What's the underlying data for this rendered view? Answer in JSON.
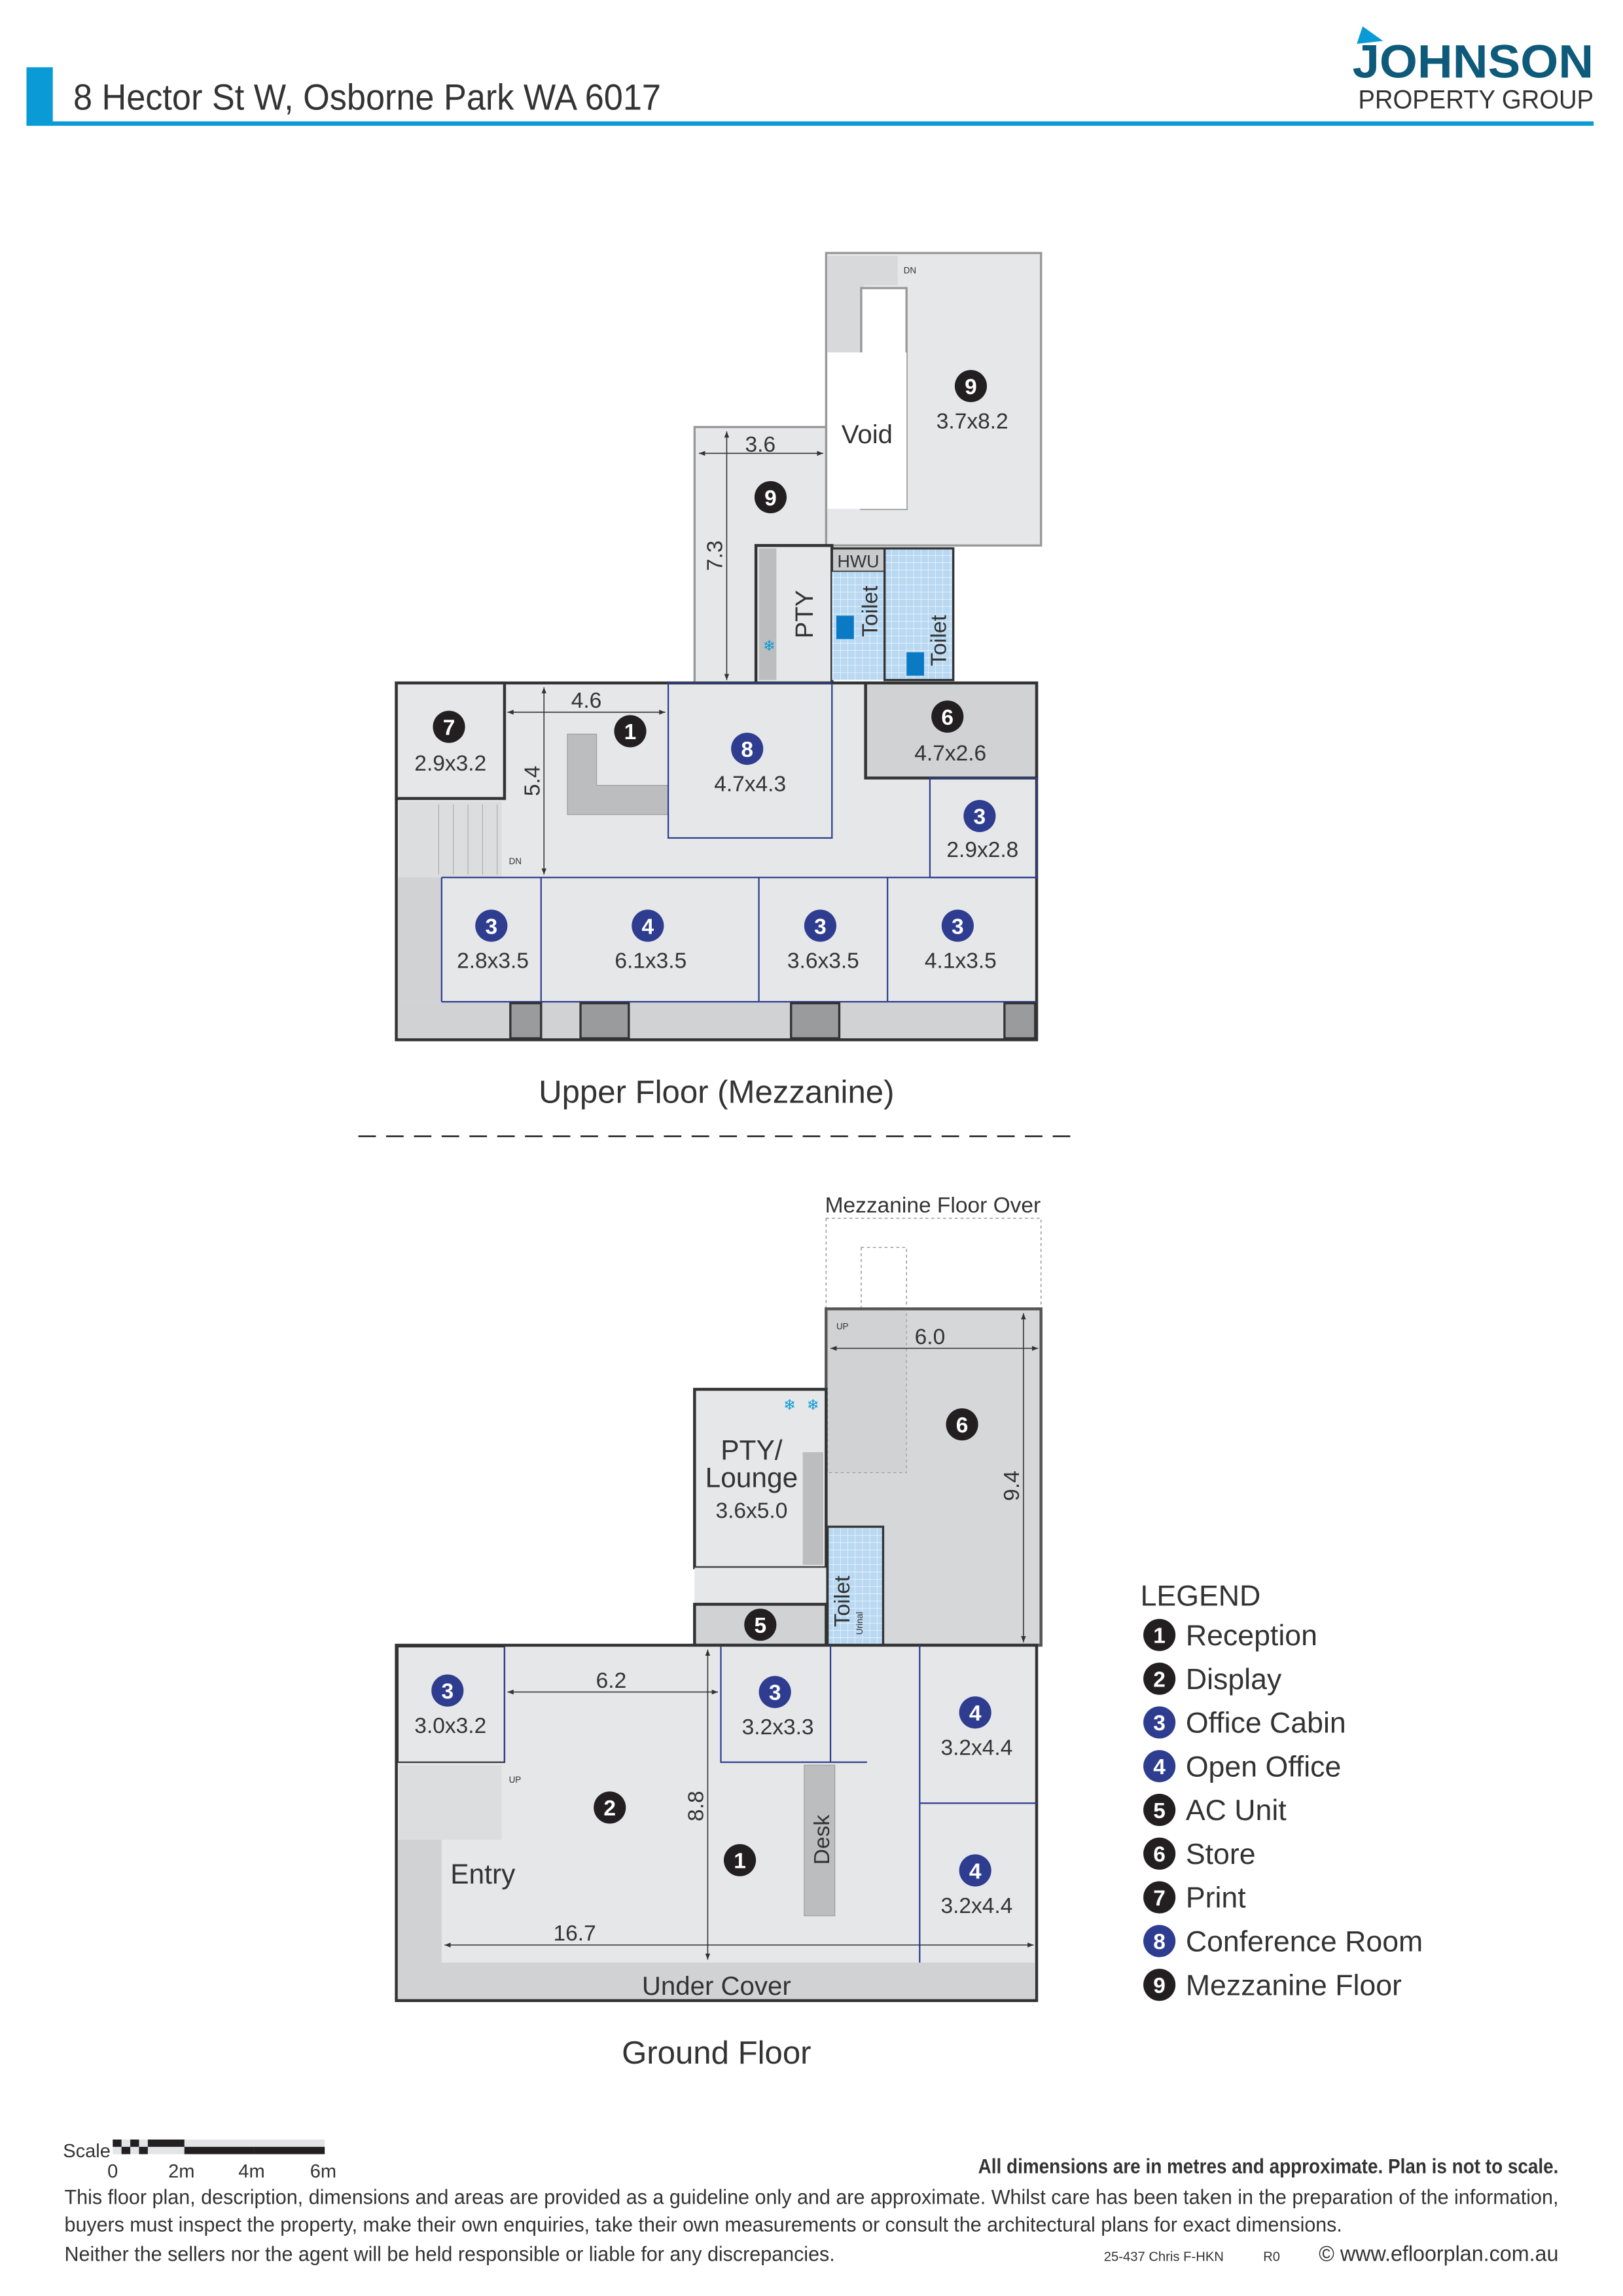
{
  "header": {
    "address": "8 Hector St W, Osborne Park WA 6017",
    "logo_line1": "JOHNSON",
    "logo_line2": "PROPERTY GROUP",
    "accent_color": "#0a9ad6",
    "logo_color": "#0e5a7a"
  },
  "upper_floor": {
    "title": "Upper Floor (Mezzanine)",
    "rooms": [
      {
        "marker": "9",
        "size": "3.7x8.2"
      },
      {
        "marker": "9",
        "size": ""
      },
      {
        "marker": "7",
        "size": "2.9x3.2"
      },
      {
        "marker": "1",
        "size": ""
      },
      {
        "marker": "8",
        "size": "4.7x4.3"
      },
      {
        "marker": "6",
        "size": "4.7x2.6"
      },
      {
        "marker": "3",
        "size": "2.9x2.8"
      },
      {
        "marker": "3",
        "size": "2.8x3.5"
      },
      {
        "marker": "4",
        "size": "6.1x3.5"
      },
      {
        "marker": "3",
        "size": "3.6x3.5"
      },
      {
        "marker": "3",
        "size": "4.1x3.5"
      }
    ],
    "labels": {
      "void": "Void",
      "pty": "PTY",
      "hwu": "HWU",
      "toilet1": "Toilet",
      "toilet2": "Toilet",
      "dn1": "DN",
      "dn2": "DN"
    },
    "dimensions": {
      "d1": "3.6",
      "d2": "7.3",
      "d3": "4.6",
      "d4": "5.4"
    }
  },
  "ground_floor": {
    "title": "Ground Floor",
    "mezz_over": "Mezzanine Floor Over",
    "rooms": [
      {
        "marker": "6",
        "size": ""
      },
      {
        "marker": "5",
        "size": ""
      },
      {
        "marker": "3",
        "size": "3.0x3.2"
      },
      {
        "marker": "2",
        "size": ""
      },
      {
        "marker": "3",
        "size": "3.2x3.3"
      },
      {
        "marker": "1",
        "size": ""
      },
      {
        "marker": "4",
        "size": "3.2x4.4"
      },
      {
        "marker": "4",
        "size": "3.2x4.4"
      }
    ],
    "labels": {
      "pty_line1": "PTY/",
      "pty_line2": "Lounge",
      "pty_size": "3.6x5.0",
      "toilet": "Toilet",
      "urinal": "Urinal",
      "entry": "Entry",
      "desk": "Desk",
      "under_cover": "Under Cover",
      "up1": "UP",
      "up2": "UP"
    },
    "dimensions": {
      "d1": "6.0",
      "d2": "9.4",
      "d3": "6.2",
      "d4": "8.8",
      "d5": "16.7"
    }
  },
  "legend": {
    "title": "LEGEND",
    "items": [
      {
        "num": "1",
        "label": "Reception",
        "color": "#231f20"
      },
      {
        "num": "2",
        "label": "Display",
        "color": "#231f20"
      },
      {
        "num": "3",
        "label": "Office Cabin",
        "color": "#2e3d8f"
      },
      {
        "num": "4",
        "label": "Open Office",
        "color": "#2e3d8f"
      },
      {
        "num": "5",
        "label": "AC Unit",
        "color": "#231f20"
      },
      {
        "num": "6",
        "label": "Store",
        "color": "#231f20"
      },
      {
        "num": "7",
        "label": "Print",
        "color": "#231f20"
      },
      {
        "num": "8",
        "label": "Conference Room",
        "color": "#2e3d8f"
      },
      {
        "num": "9",
        "label": "Mezzanine Floor",
        "color": "#231f20"
      }
    ]
  },
  "footer": {
    "scale_label": "Scale",
    "scale_ticks": [
      "0",
      "2m",
      "4m",
      "6m"
    ],
    "note": "All dimensions are in metres and approximate. Plan is not to scale.",
    "disclaimer": [
      "This floor plan, description, dimensions and areas are provided as a guideline only and are approximate. Whilst care has been taken in the preparation of the information,",
      "buyers must inspect the property, make their own enquiries, take their own measurements or consult the architectural plans for exact dimensions.",
      "Neither the sellers nor the agent will be held responsible or liable for any discrepancies."
    ],
    "ref": "25-437 Chris F-HKN",
    "rev": "R0",
    "copyright": "© www.efloorplan.com.au"
  }
}
